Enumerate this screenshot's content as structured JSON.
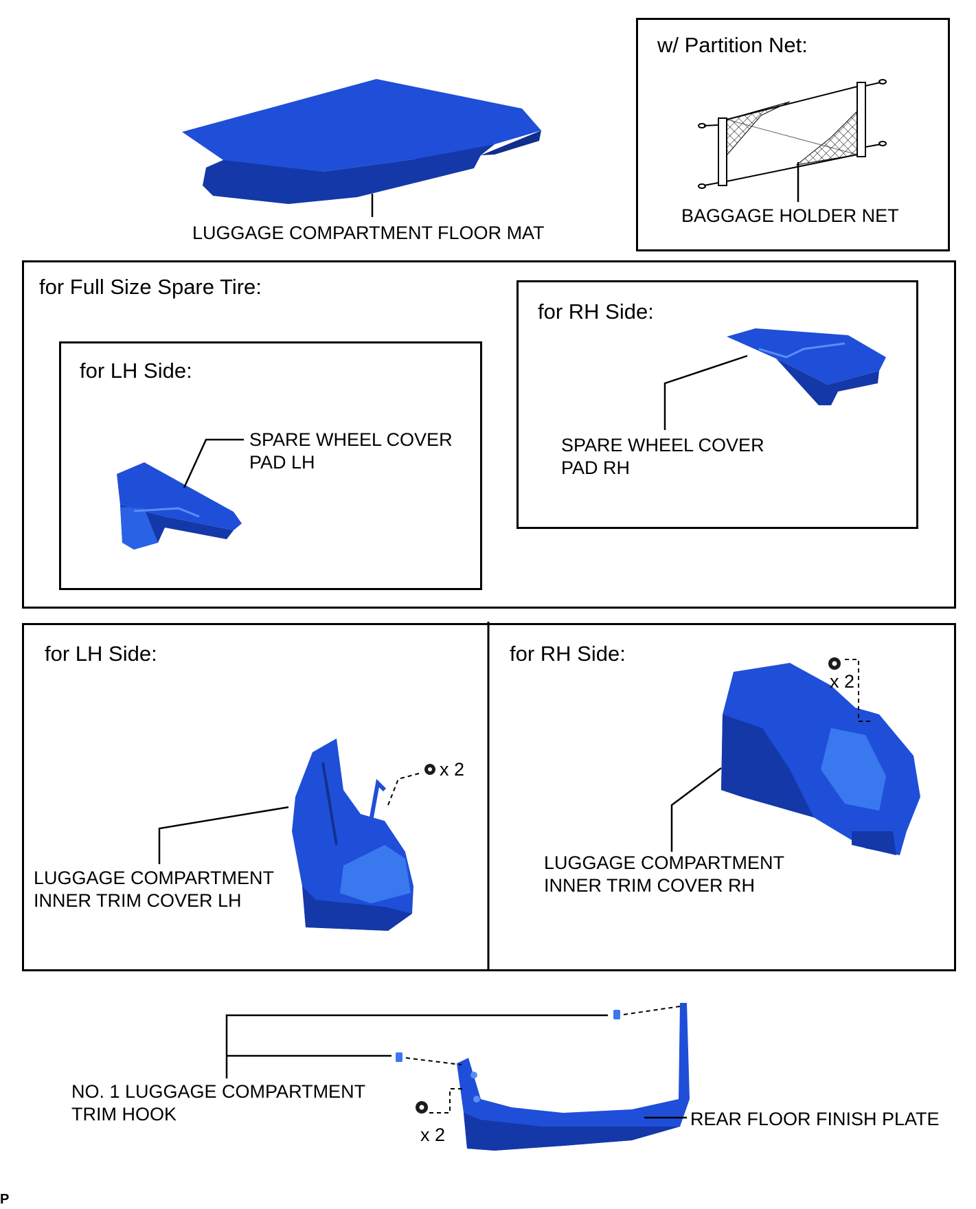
{
  "colors": {
    "part_fill": "#1f4fd8",
    "part_dark": "#1438a8",
    "part_light": "#3a78f0",
    "line": "#000000",
    "background": "#ffffff"
  },
  "partition_net": {
    "heading": "w/ Partition Net:",
    "label": "BAGGAGE HOLDER NET"
  },
  "floor_mat": {
    "label": "LUGGAGE COMPARTMENT FLOOR MAT"
  },
  "full_size_spare": {
    "heading": "for Full Size Spare Tire:",
    "lh": {
      "heading": "for LH Side:",
      "label_line1": "SPARE WHEEL COVER",
      "label_line2": "PAD LH"
    },
    "rh": {
      "heading": "for RH Side:",
      "label_line1": "SPARE WHEEL COVER",
      "label_line2": "PAD RH"
    }
  },
  "inner_trim": {
    "lh": {
      "heading": "for LH Side:",
      "label_line1": "LUGGAGE COMPARTMENT",
      "label_line2": "INNER TRIM COVER LH",
      "qty": "x 2"
    },
    "rh": {
      "heading": "for RH Side:",
      "label_line1": "LUGGAGE COMPARTMENT",
      "label_line2": "INNER TRIM COVER RH",
      "qty": "x 2"
    }
  },
  "rear_floor": {
    "hook_line1": "NO. 1 LUGGAGE COMPARTMENT",
    "hook_line2": "TRIM HOOK",
    "plate_label": "REAR FLOOR FINISH PLATE",
    "qty": "x 2"
  },
  "corner_mark": "P"
}
